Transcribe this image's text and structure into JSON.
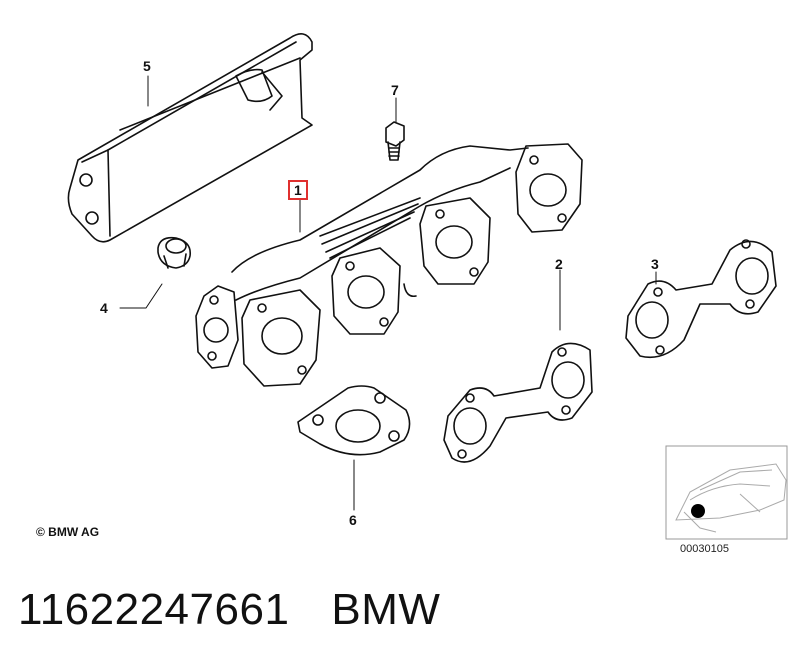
{
  "callouts": {
    "c1": "1",
    "c2": "2",
    "c3": "3",
    "c4": "4",
    "c5": "5",
    "c6": "6",
    "c7": "7"
  },
  "copyright": "© BMW AG",
  "thumbnail": {
    "code": "00030105"
  },
  "footer": {
    "part_number": "11622247661",
    "brand": "BMW"
  },
  "colors": {
    "outline": "#111111",
    "highlight_box": "#e0302f",
    "background": "#ffffff"
  }
}
